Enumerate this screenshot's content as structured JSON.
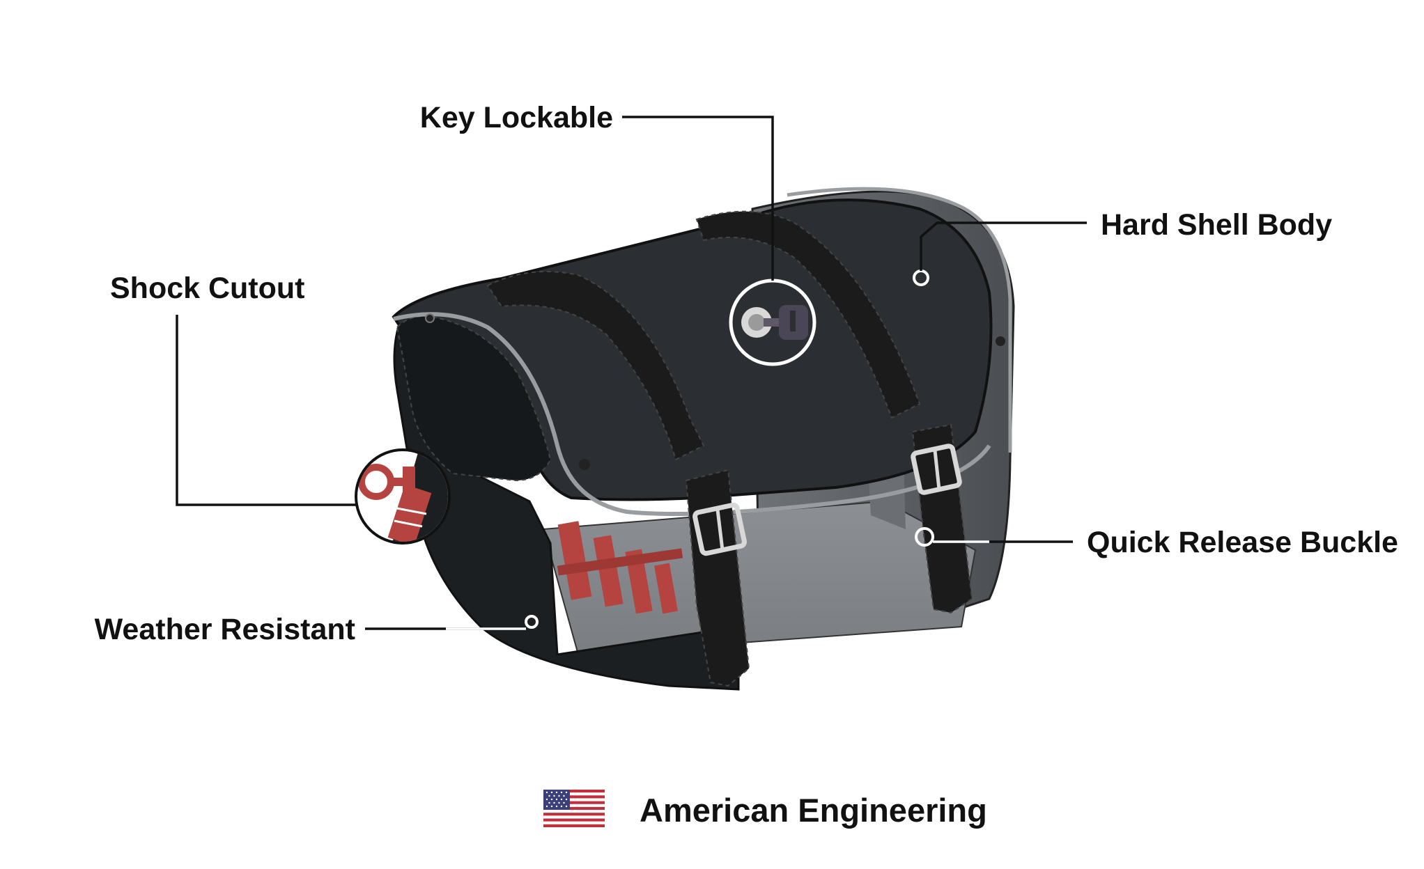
{
  "callouts": {
    "key_lockable": "Key Lockable",
    "hard_shell_body": "Hard Shell Body",
    "shock_cutout": "Shock Cutout",
    "quick_release_buckle": "Quick Release Buckle",
    "weather_resistant": "Weather Resistant"
  },
  "footer": {
    "label": "American Engineering",
    "flag_icon": "us-flag-icon"
  },
  "colors": {
    "bag_body": "#2b2f33",
    "bag_front": "#1c1f21",
    "lid_trim": "#9a9d9f",
    "shell_panel": "#7b7f83",
    "strap": "#1b1b1b",
    "shock_red": "#b5433f",
    "text": "#111111"
  }
}
